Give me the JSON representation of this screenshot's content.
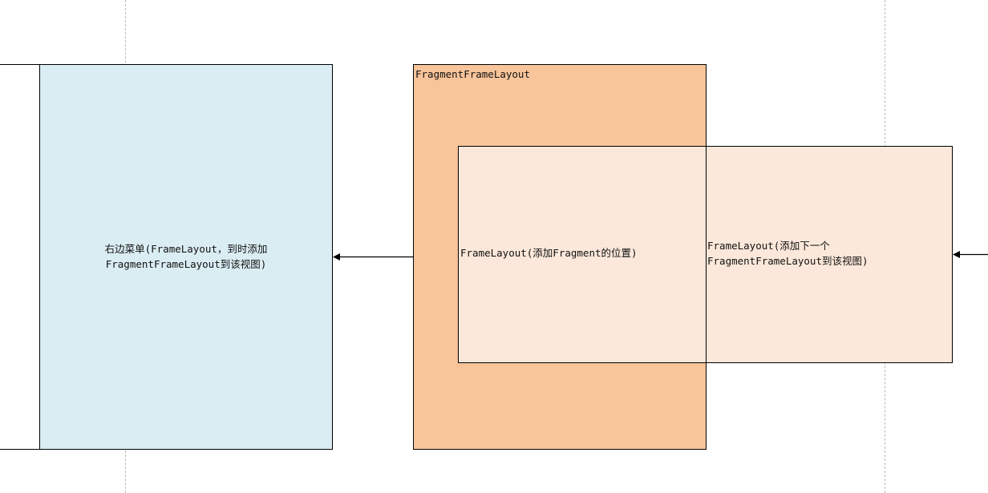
{
  "colors": {
    "right_menu_fill": "#daedf3",
    "fragment_frame_fill": "#f8c49a",
    "inner_frame_fill": "#fbe8da",
    "stroke": "#000000",
    "guide": "#b8b8b8"
  },
  "diagram": {
    "right_menu": {
      "line1": "右边菜单(FrameLayout，到时添加",
      "line2": "FragmentFrameLayout到该视图)"
    },
    "fragment_frame_layout": {
      "title": "FragmentFrameLayout"
    },
    "inner_frame": {
      "label": "FrameLayout(添加Fragment的位置)"
    },
    "next_frame": {
      "line1": "FrameLayout(添加下一个",
      "line2": "FragmentFrameLayout到该视图)"
    },
    "arrows": [
      {
        "from": "fragment_frame_layout",
        "to": "right_menu"
      },
      {
        "from": "offscreen-right",
        "to": "next_frame"
      }
    ]
  }
}
